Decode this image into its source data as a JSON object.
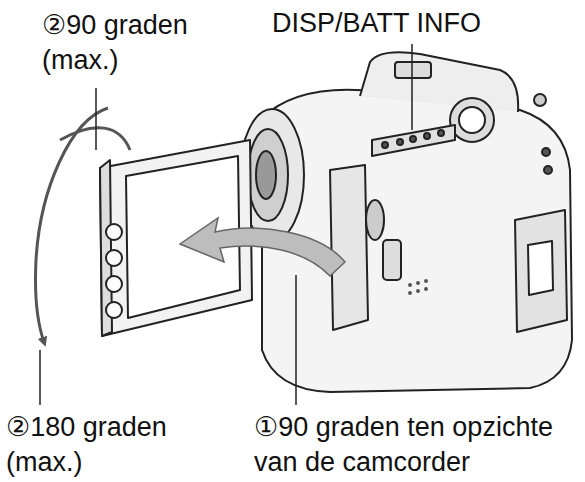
{
  "diagram": {
    "labels": [
      "DISP/BATT INFO",
      "②90 graden (max.)",
      "②180 graden (max.)",
      "①90 graden ten opzichte van de camcorder"
    ]
  }
}
